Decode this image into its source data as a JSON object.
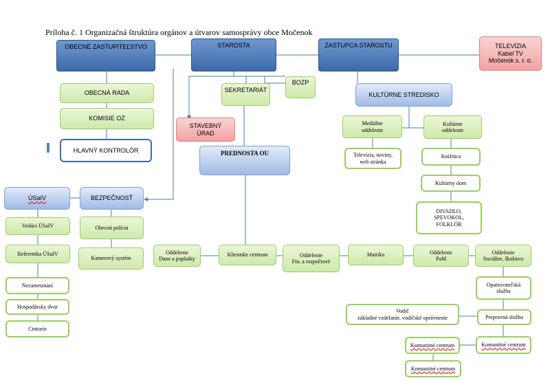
{
  "title": "Príloha č. 1 Organizačná štruktúra orgánov a útvarov samosprávy obce Močenok",
  "nodes": {
    "zastupitelstvo": "OBECNÉ ZASTUPITEĽSTVO",
    "starosta": "STAROSTA",
    "zastupca": "ZASTUPCA  STAROSTU",
    "televizia": "TELEVÍZIA\nKabel TV\nMočenok s. r. o.",
    "rada": "OBECNÁ RADA",
    "komisie": "KOMISIE OZ",
    "kontrolor": "HLAVNÝ KONTROLÓR",
    "sekretariat": "SEKRETARIÁT",
    "bozp": "BOZP",
    "kulturne": "KULTÚRNE STREDISKO",
    "stavebny": "STAVEBNÝ\nÚRAD",
    "medialne": "Mediálne\noddelenie",
    "kulturne_odd": "Kultúrne\noddelenie",
    "prednosta": "PREDNOSTA OU",
    "televizia_noviny": "Televízia, noviny,\nweb stránka",
    "kniznica": "Knižnica",
    "kulturny_dom": "Kultúrny dom",
    "divadlo": "DIVADLO,\nSPEVOKOL,\nFOLKLÓR",
    "usaiv": "ÚSaIV",
    "bezpecnost": "BEZPEČNOSŤ",
    "veduci": "Vedúci ÚSaIV",
    "policia": "Obecná polícia",
    "referentka": "Referentka ÚSaIV",
    "kamerovy": "Kamerový systém",
    "nezamestnani": "Nezamestnaní",
    "hospodarsky": "Hospodársky dvor",
    "cintorin": "Cintorín",
    "dane": "Oddelenie\nDane a poplatky",
    "klientske": "Klientske centrum",
    "fin": "Oddelenie\nFin. a rozpočtové",
    "matrika": "Matrika",
    "pam": "Oddelenie\nPaM",
    "socialne": "Oddelenie\nSociálne, školstvo",
    "opatrovatelska": "Opatrovateľská\nslužba",
    "vodic": "Vodič\nzákladné vzdelanie, vodičské oprávnenie",
    "prepravna": "Prepravná služba",
    "komunitne1": "Komunitné centrum",
    "komunitne2": "Komunitné centrum",
    "komunitne3": "Komunitné centrum"
  },
  "colors": {
    "dark_blue": "#3d6aa9",
    "light_blue": "#b9cdeb",
    "green_fill": "#d8efb9",
    "green_border": "#9acd62",
    "red_fill": "#f6b4b4",
    "connector": "#3d6aa9"
  }
}
